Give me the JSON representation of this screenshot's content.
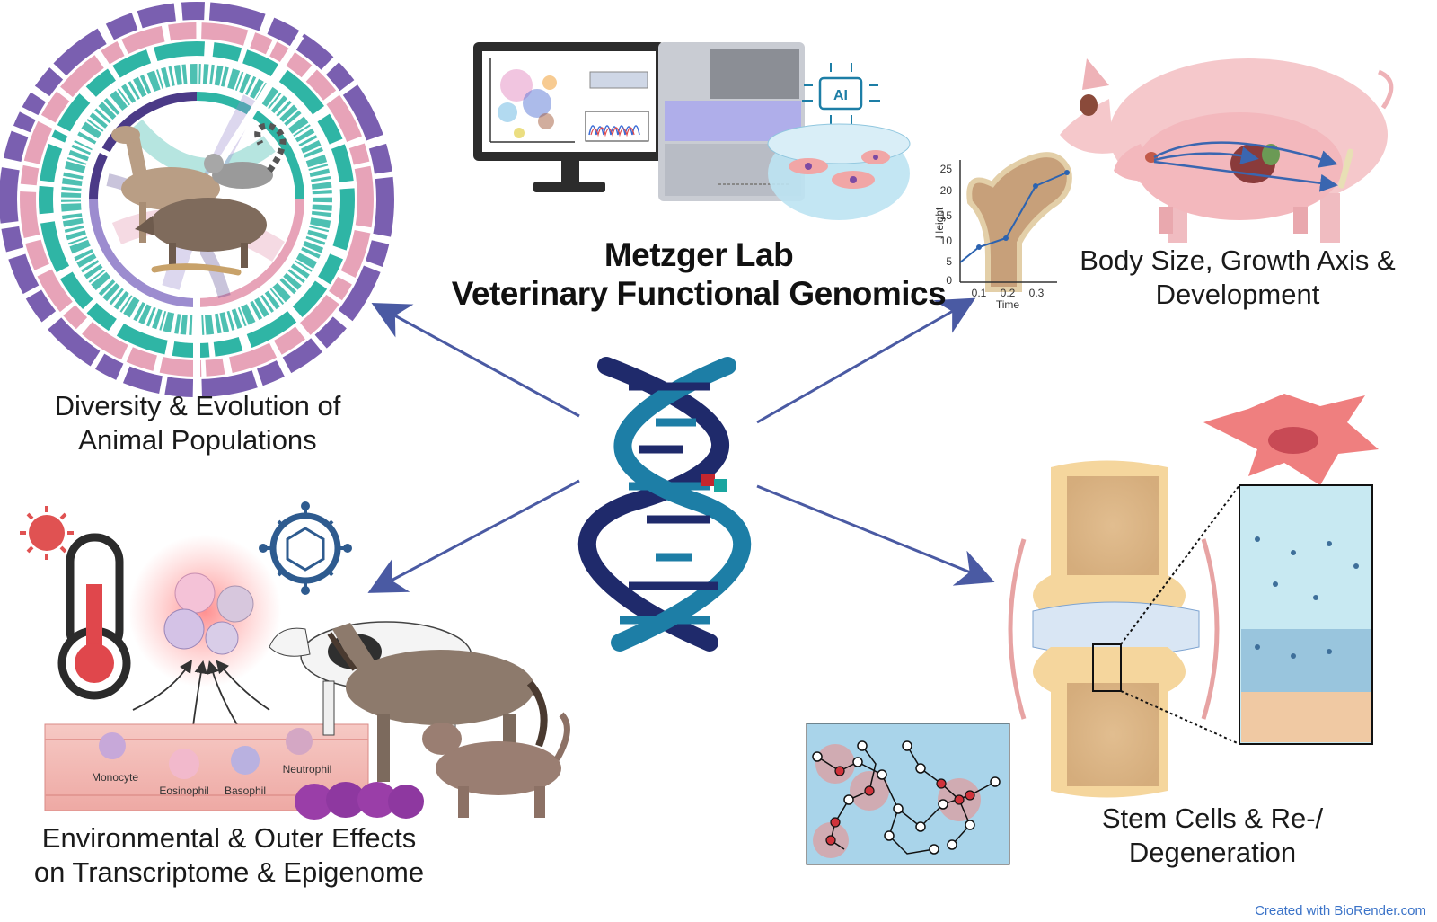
{
  "title": {
    "line1": "Metzger Lab",
    "line2": "Veterinary Functional Genomics"
  },
  "labels": {
    "diversity": [
      "Diversity & Evolution of",
      "Animal Populations"
    ],
    "body_size": [
      "Body Size, Growth Axis &",
      "Development"
    ],
    "environment": [
      "Environmental & Outer Effects",
      "on Transcriptome & Epigenome"
    ],
    "stem_cells": [
      "Stem Cells & Re-/",
      "Degeneration"
    ]
  },
  "cell_labels": {
    "monocyte": "Monocyte",
    "eosinophil": "Eosinophil",
    "basophil": "Basophil",
    "neutrophil": "Neutrophil"
  },
  "growth_chart": {
    "xlabel": "Time",
    "ylabel": "Height",
    "xticks": [
      "0.1",
      "0.2",
      "0.3"
    ],
    "yticks": [
      "0",
      "5",
      "10",
      "15",
      "20",
      "25"
    ]
  },
  "ai_badge": "AI",
  "credit": "Created with BioRender.com",
  "colors": {
    "arrow": "#4a5aa3",
    "dna_dark": "#1f2a6b",
    "dna_teal": "#1d7ea6",
    "circos_teal": "#2fb5a5",
    "circos_purple": "#4b3a87",
    "circos_pink": "#e7a3b8",
    "pig_pink": "#f2c3c6",
    "bone": "#e8c997"
  },
  "icons": [
    "dna-icon",
    "thermometer-icon",
    "sun-icon",
    "virus-icon",
    "computer-icon",
    "sequencer-icon",
    "ai-chip-icon",
    "cell-dish-icon",
    "pig-icon",
    "bone-icon",
    "joint-icon",
    "stem-cell-icon",
    "network-icon",
    "cow-icon",
    "horse-icon",
    "dog-icon",
    "llama-icon",
    "lemur-icon",
    "boar-icon"
  ]
}
